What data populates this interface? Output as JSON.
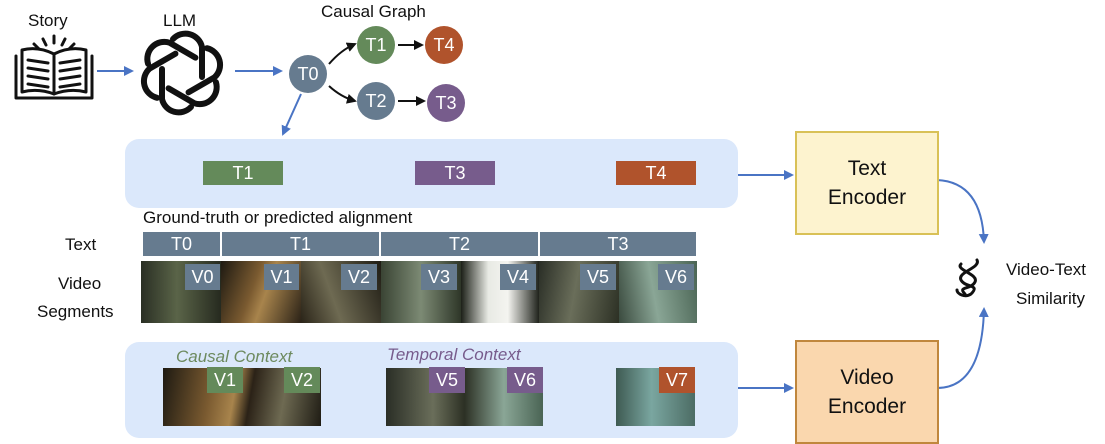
{
  "labels": {
    "story": "Story",
    "llm": "LLM",
    "causal_graph": "Causal Graph",
    "alignment": "Ground-truth or predicted alignment",
    "text_row": "Text",
    "video_line1": "Video",
    "video_line2": "Segments",
    "causal_context": "Causal Context",
    "temporal_context": "Temporal Context",
    "similarity_line1": "Video-Text",
    "similarity_line2": "Similarity"
  },
  "graph_nodes": [
    {
      "id": "T0",
      "color": "#667b8f"
    },
    {
      "id": "T1",
      "color": "#648a5a"
    },
    {
      "id": "T4",
      "color": "#b0532c"
    },
    {
      "id": "T2",
      "color": "#667b8f"
    },
    {
      "id": "T3",
      "color": "#775c8c"
    }
  ],
  "text_chips": [
    {
      "label": "T1",
      "color": "#648a5a"
    },
    {
      "label": "T3",
      "color": "#775c8c"
    },
    {
      "label": "T4",
      "color": "#b0532c"
    }
  ],
  "text_segments": [
    "T0",
    "T1",
    "T2",
    "T3"
  ],
  "video_segments": [
    "V0",
    "V1",
    "V2",
    "V3",
    "V4",
    "V5",
    "V6"
  ],
  "context_clips": {
    "causal": [
      {
        "label": "V1",
        "color": "#648a5a"
      },
      {
        "label": "V2",
        "color": "#648a5a"
      }
    ],
    "temporal": [
      {
        "label": "V5",
        "color": "#775c8c"
      },
      {
        "label": "V6",
        "color": "#775c8c"
      }
    ],
    "target": [
      {
        "label": "V7",
        "color": "#b0532c"
      }
    ]
  },
  "encoders": {
    "text": {
      "line1": "Text",
      "line2": "Encoder",
      "fill": "#fdf3cf",
      "border": "#d9c157"
    },
    "video": {
      "line1": "Video",
      "line2": "Encoder",
      "fill": "#fad7ae",
      "border": "#c0873d"
    }
  },
  "colors": {
    "arrow": "#4a74c4",
    "panel": "#dbe8fb",
    "segment": "#667b8f",
    "video_tag": "#667b8f",
    "causal_text": "#6d8a5f",
    "temporal_text": "#775c8c"
  },
  "icons": [
    "open-book-icon",
    "openai-logo-icon",
    "dna-helix-icon"
  ]
}
